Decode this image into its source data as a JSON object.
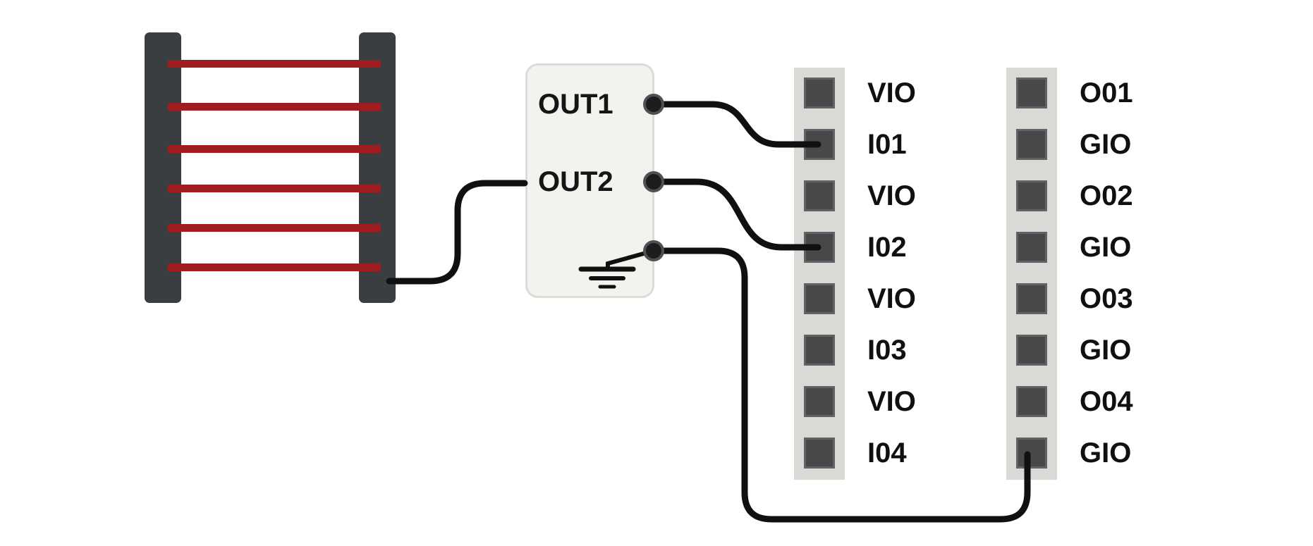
{
  "device": {
    "out1_label": "OUT1",
    "out2_label": "OUT2",
    "ground_icon": "earth-ground-symbol"
  },
  "light_curtain": {
    "beam_count": 6
  },
  "connectors": {
    "input_strip": {
      "pins": [
        "VIO",
        "I01",
        "VIO",
        "I02",
        "VIO",
        "I03",
        "VIO",
        "I04"
      ]
    },
    "output_strip": {
      "pins": [
        "O01",
        "GIO",
        "O02",
        "GIO",
        "O03",
        "GIO",
        "O04",
        "GIO"
      ]
    }
  },
  "wires": [
    {
      "from": "OUT1",
      "to": "I01"
    },
    {
      "from": "OUT2",
      "to": "I02"
    },
    {
      "from": "GND",
      "to": "GIO-8"
    },
    {
      "from": "light-curtain",
      "to": "device-left"
    }
  ],
  "colors": {
    "beam": "#9f1d1f",
    "curtain_bar": "#3b3e40",
    "wire": "#101010",
    "strip": "#d9d9d6",
    "pin": "#46484a",
    "device_fill": "#f2f2ef",
    "device_border": "#dcdcd7"
  }
}
